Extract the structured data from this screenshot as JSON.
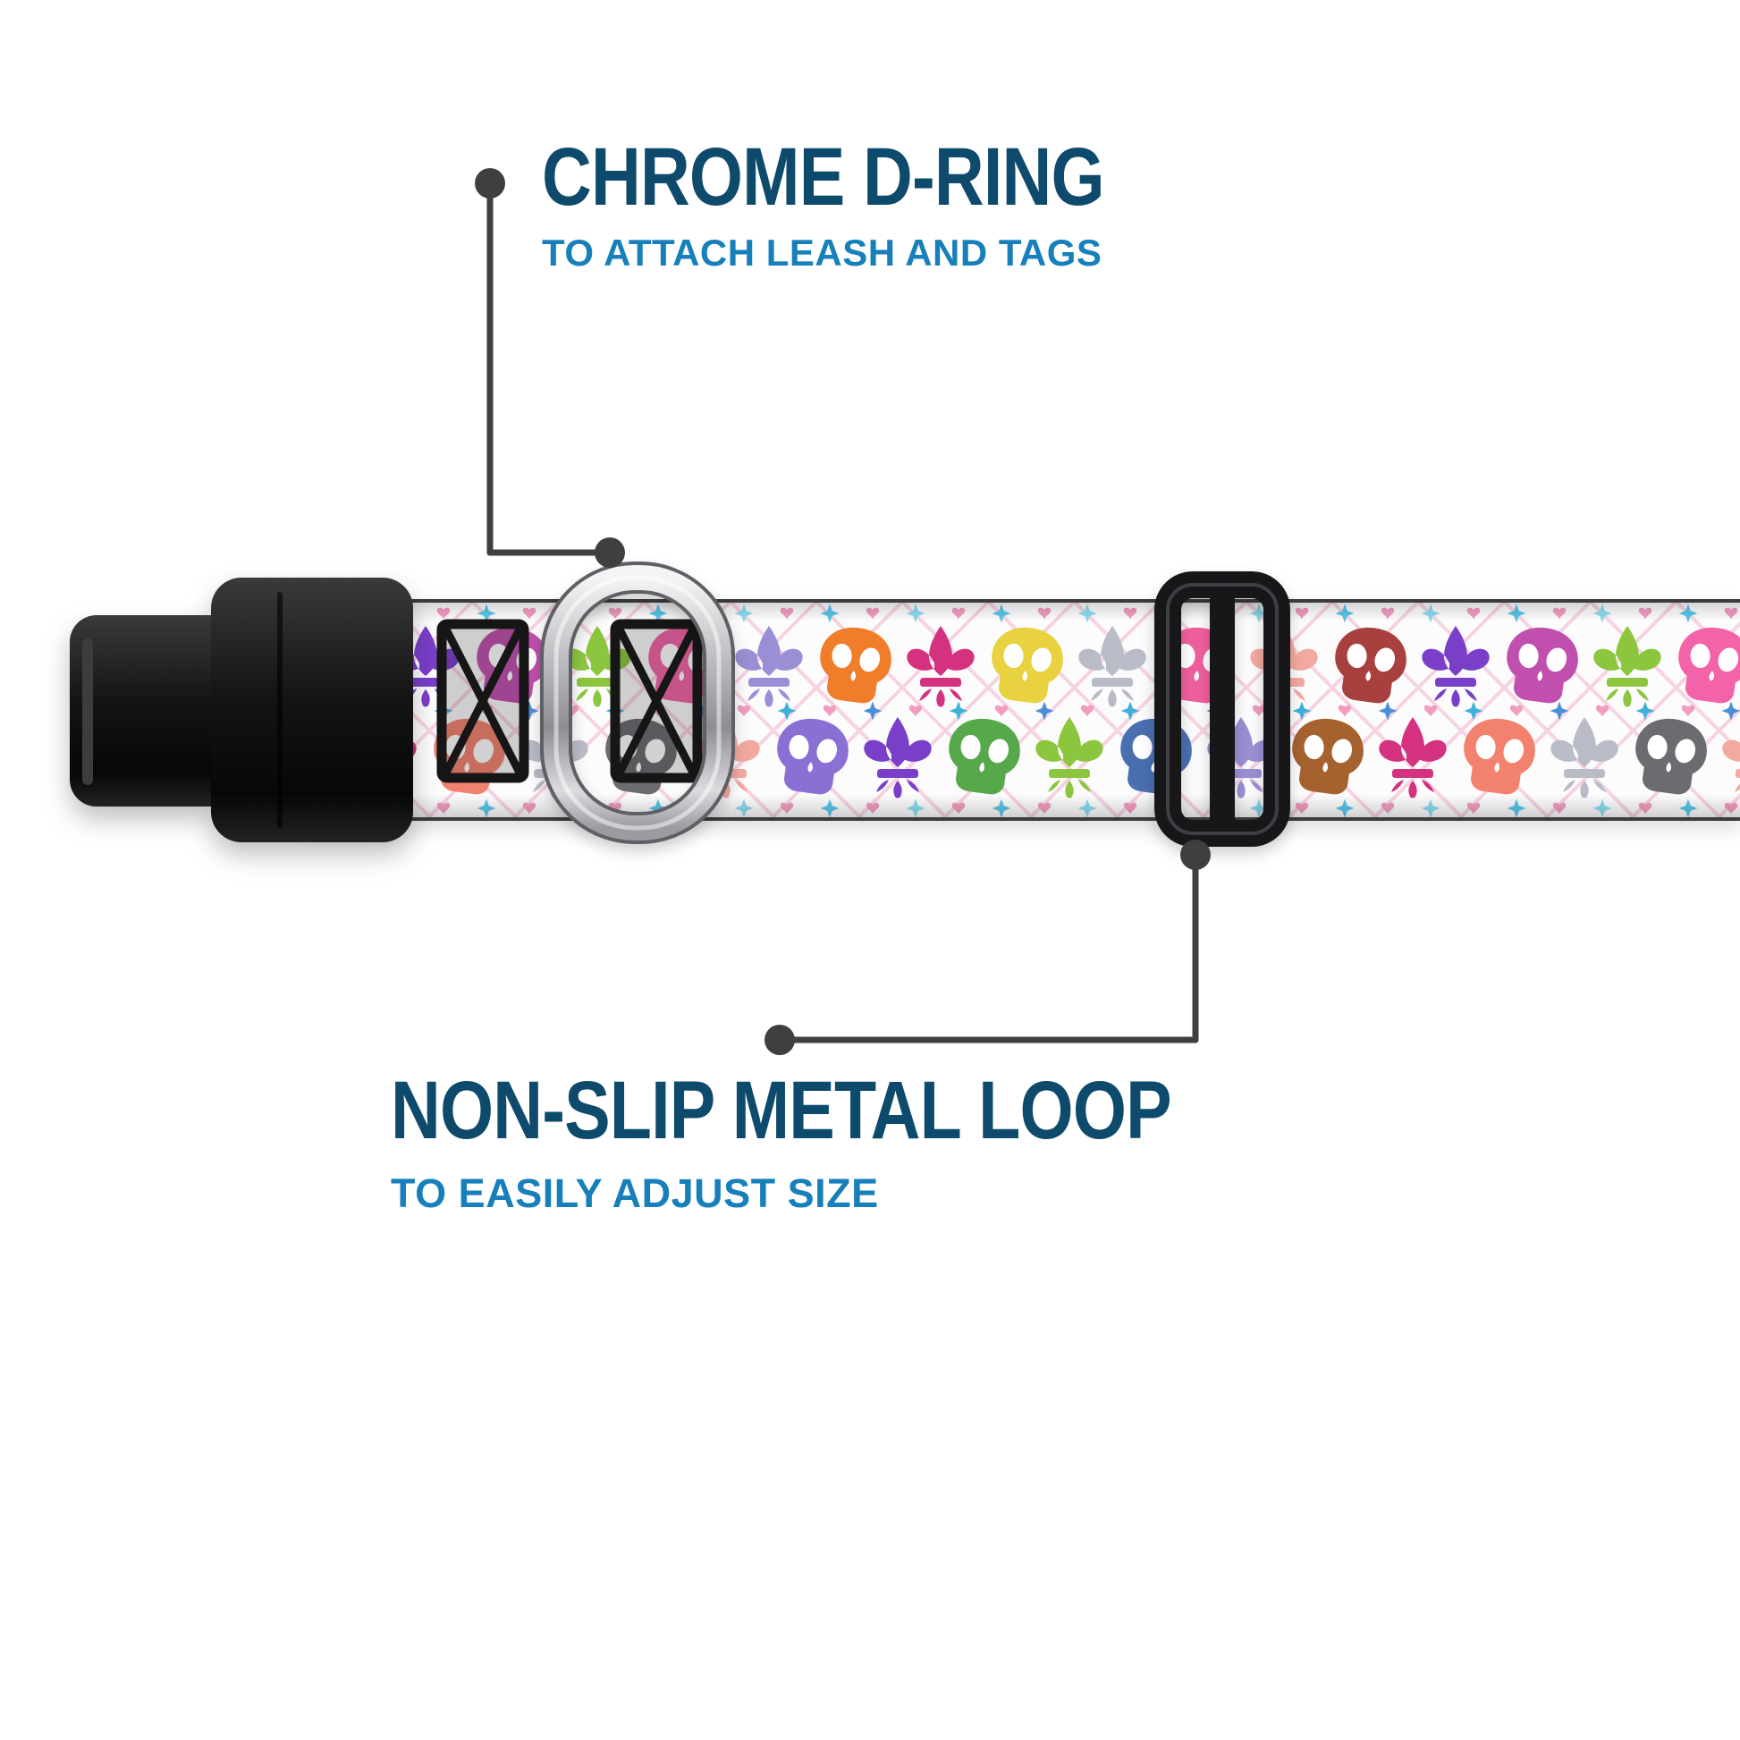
{
  "callouts": {
    "top": {
      "title": "CHROME D-RING",
      "subtitle": "TO ATTACH LEASH AND TAGS"
    },
    "bottom": {
      "title": "NON-SLIP METAL LOOP",
      "subtitle": "TO EASILY ADJUST SIZE"
    }
  },
  "colors": {
    "title_text": "#0e4a6b",
    "subtitle_text": "#1780bb",
    "connector": "#3f3f3f",
    "buckle_black": "#161616",
    "slider_black": "#17171a",
    "webbing_base": "#fcfcfd",
    "chrome_light": "#f4f4f4",
    "chrome_dark": "#8d8d93"
  },
  "pattern": {
    "skull_colors": [
      "#a8403f",
      "#4a6fb0",
      "#c04fae",
      "#a5622f",
      "#f263a8",
      "#f2826e",
      "#f07d2a",
      "#6b6b70",
      "#e8d23f",
      "#8a6fd4",
      "#ef5f9e",
      "#57a84a"
    ],
    "fleur_colors": [
      "#d4317f",
      "#99a23c",
      "#b9bcc6",
      "#8a6fc9",
      "#f2a9a0",
      "#f07f24",
      "#7a3fc9",
      "#e84a9b",
      "#8cc63f",
      "#f5c3d0",
      "#9a8fd4",
      "#e89f3c"
    ],
    "star_colors": [
      "#58c6e8",
      "#4a90d9",
      "#8adcf0",
      "#3fb0d9"
    ],
    "heart_color": "#f29cc0",
    "lattice_color": "#f6cede"
  }
}
